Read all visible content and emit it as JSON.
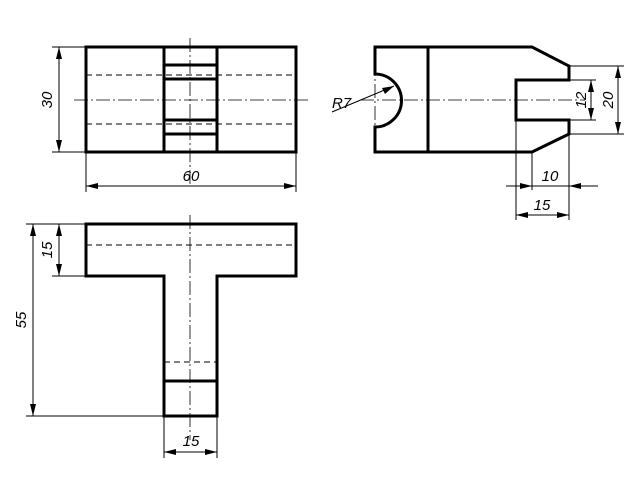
{
  "dimensions": {
    "front_height": "30",
    "front_width": "60",
    "side_radius": "R7",
    "side_slot_width": "12",
    "side_tab_width": "20",
    "side_slot_depth": "10",
    "side_tab_depth": "15",
    "top_flange": "15",
    "top_total_height": "55",
    "top_stem_width": "15"
  }
}
